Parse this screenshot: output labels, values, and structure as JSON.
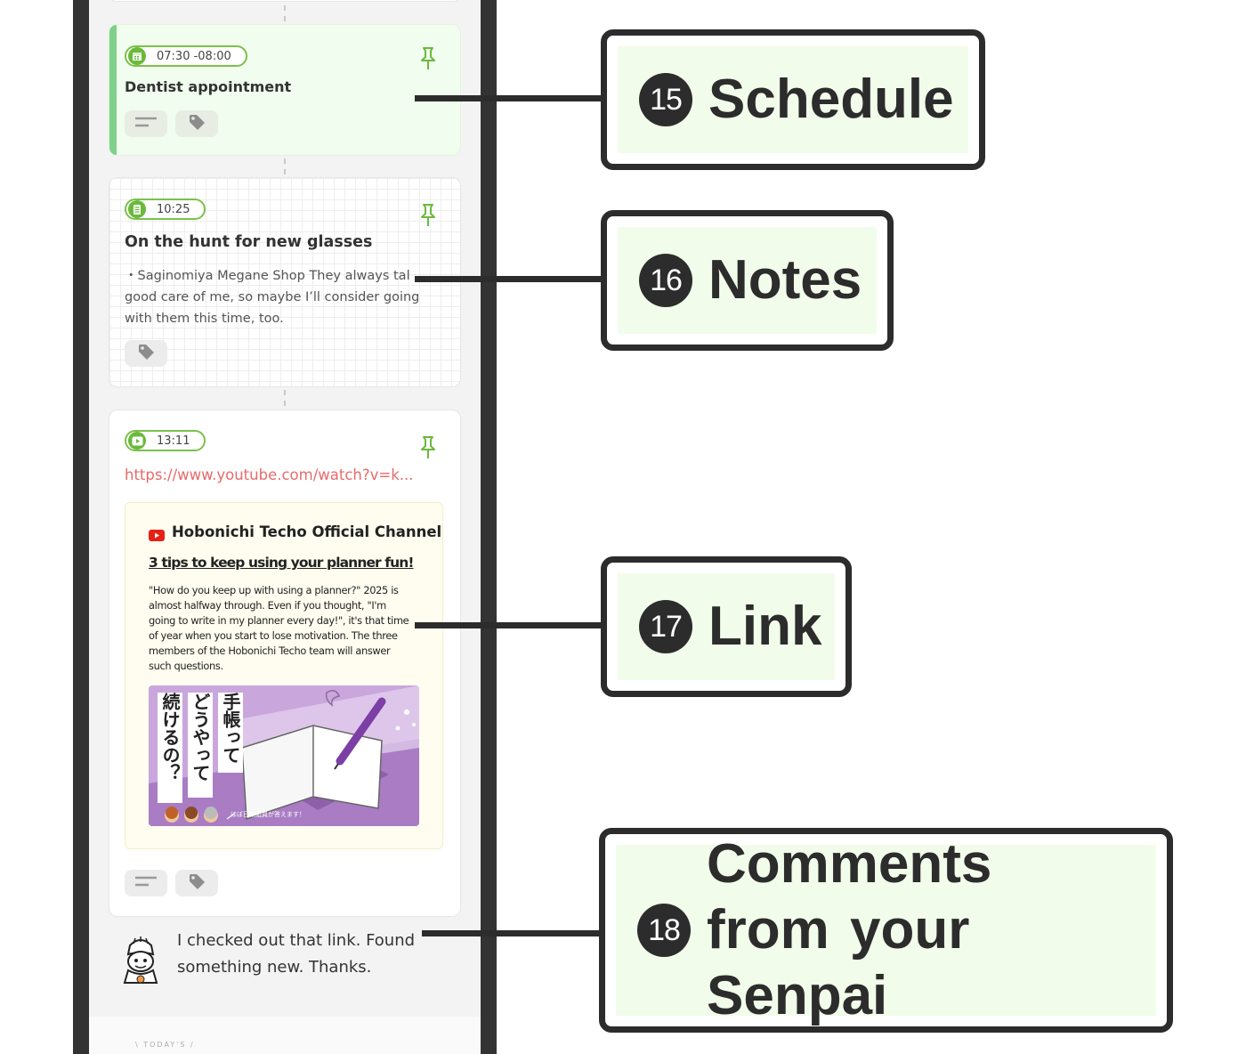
{
  "schedule_card": {
    "time": "07:30 -08:00",
    "title": "Dentist appointment",
    "accent_color": "#7ed08a",
    "bg_color": "#f1fdee"
  },
  "notes_card": {
    "time": "10:25",
    "title": "On the hunt for new glasses",
    "body_line1": "・Saginomiya Megane Shop They always tal",
    "body_line2": "good care of me, so maybe I’ll consider going",
    "body_line3": "with them this time, too."
  },
  "link_card": {
    "time": "13:11",
    "url": "https://www.youtube.com/watch?v=k...",
    "preview": {
      "channel": "Hobonichi Techo Official Channel",
      "headline": "3 tips to keep using your planner fun!",
      "desc_lines": [
        "\"How do you keep up with using a planner?\" 2025 is",
        "almost halfway through. Even if you thought, \"I'm",
        "going to write in my planner every day!\", it's that time",
        "of year when you start to lose motivation. The three",
        "members of the Hobonichi Techo team will answer",
        "such questions."
      ],
      "thumb_col1": "手帳って",
      "thumb_col2": "どうやって",
      "thumb_col3": "続けるの？",
      "thumb_caption": "ほぼ日乗組員が答えます！"
    }
  },
  "comment": {
    "line1": "I checked out that link. Found",
    "line2": "something new. Thanks."
  },
  "bottom_label": "\\ TODAY'S /",
  "callouts": [
    {
      "number": "15",
      "label": "Schedule"
    },
    {
      "number": "16",
      "label": "Notes"
    },
    {
      "number": "17",
      "label": "Link"
    },
    {
      "number": "18",
      "label_line1": "Comments",
      "label_line2": "from your Senpai"
    }
  ],
  "colors": {
    "frame": "#333333",
    "accent_green": "#6ab93c",
    "link_red": "#e86a6a",
    "callout_bg": "#f2fcea",
    "thumb_purple": "#c9a6dc"
  }
}
